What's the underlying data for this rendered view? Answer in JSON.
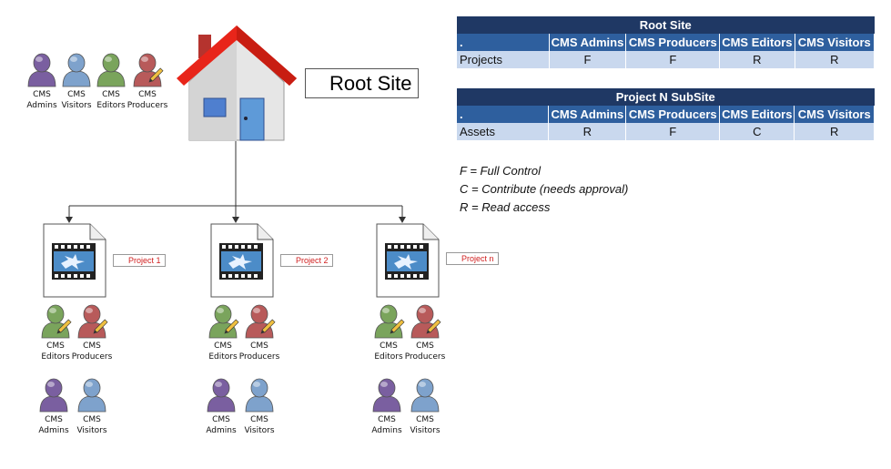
{
  "root": {
    "label": "Root Site",
    "users": [
      {
        "line1": "CMS",
        "line2": "Admins",
        "color": "#7a5fa0"
      },
      {
        "line1": "CMS",
        "line2": "Visitors",
        "color": "#7ea2cc"
      },
      {
        "line1": "CMS",
        "line2": "Editors",
        "color": "#7aa45c"
      },
      {
        "line1": "CMS",
        "line2": "Producers",
        "color": "#b85a5a"
      }
    ]
  },
  "projects": [
    {
      "label": "Project 1",
      "users_top": [
        {
          "line1": "CMS",
          "line2": "Editors"
        },
        {
          "line1": "CMS",
          "line2": "Producers"
        }
      ],
      "users_bottom": [
        {
          "line1": "CMS",
          "line2": "Admins"
        },
        {
          "line1": "CMS",
          "line2": "Visitors"
        }
      ]
    },
    {
      "label": "Project 2",
      "users_top": [
        {
          "line1": "CMS",
          "line2": "Editors"
        },
        {
          "line1": "CMS",
          "line2": "Producers"
        }
      ],
      "users_bottom": [
        {
          "line1": "CMS",
          "line2": "Admins"
        },
        {
          "line1": "CMS",
          "line2": "Visitors"
        }
      ]
    },
    {
      "label": "Project n",
      "users_top": [
        {
          "line1": "CMS",
          "line2": "Editors"
        },
        {
          "line1": "CMS",
          "line2": "Producers"
        }
      ],
      "users_bottom": [
        {
          "line1": "CMS",
          "line2": "Admins"
        },
        {
          "line1": "CMS",
          "line2": "Visitors"
        }
      ]
    }
  ],
  "tables": [
    {
      "title": "Root Site",
      "columns": [
        ".",
        "CMS Admins",
        "CMS Producers",
        "CMS Editors",
        "CMS Visitors"
      ],
      "rows": [
        [
          "Projects",
          "F",
          "F",
          "R",
          "R"
        ]
      ]
    },
    {
      "title": "Project N SubSite",
      "columns": [
        ".",
        "CMS Admins",
        "CMS Producers",
        "CMS Editors",
        "CMS Visitors"
      ],
      "rows": [
        [
          "Assets",
          "R",
          "F",
          "C",
          "R"
        ]
      ]
    }
  ],
  "legend": [
    "F = Full Control",
    "C = Contribute (needs approval)",
    "R = Read access"
  ],
  "colors": {
    "admins": "#7a5fa0",
    "visitors": "#7ea2cc",
    "editors": "#7aa45c",
    "producers": "#b85a5a",
    "roof": "#e8251a",
    "table_title": "#1f3864",
    "table_header": "#2e5f9e",
    "table_row": "#c9d8ee"
  }
}
